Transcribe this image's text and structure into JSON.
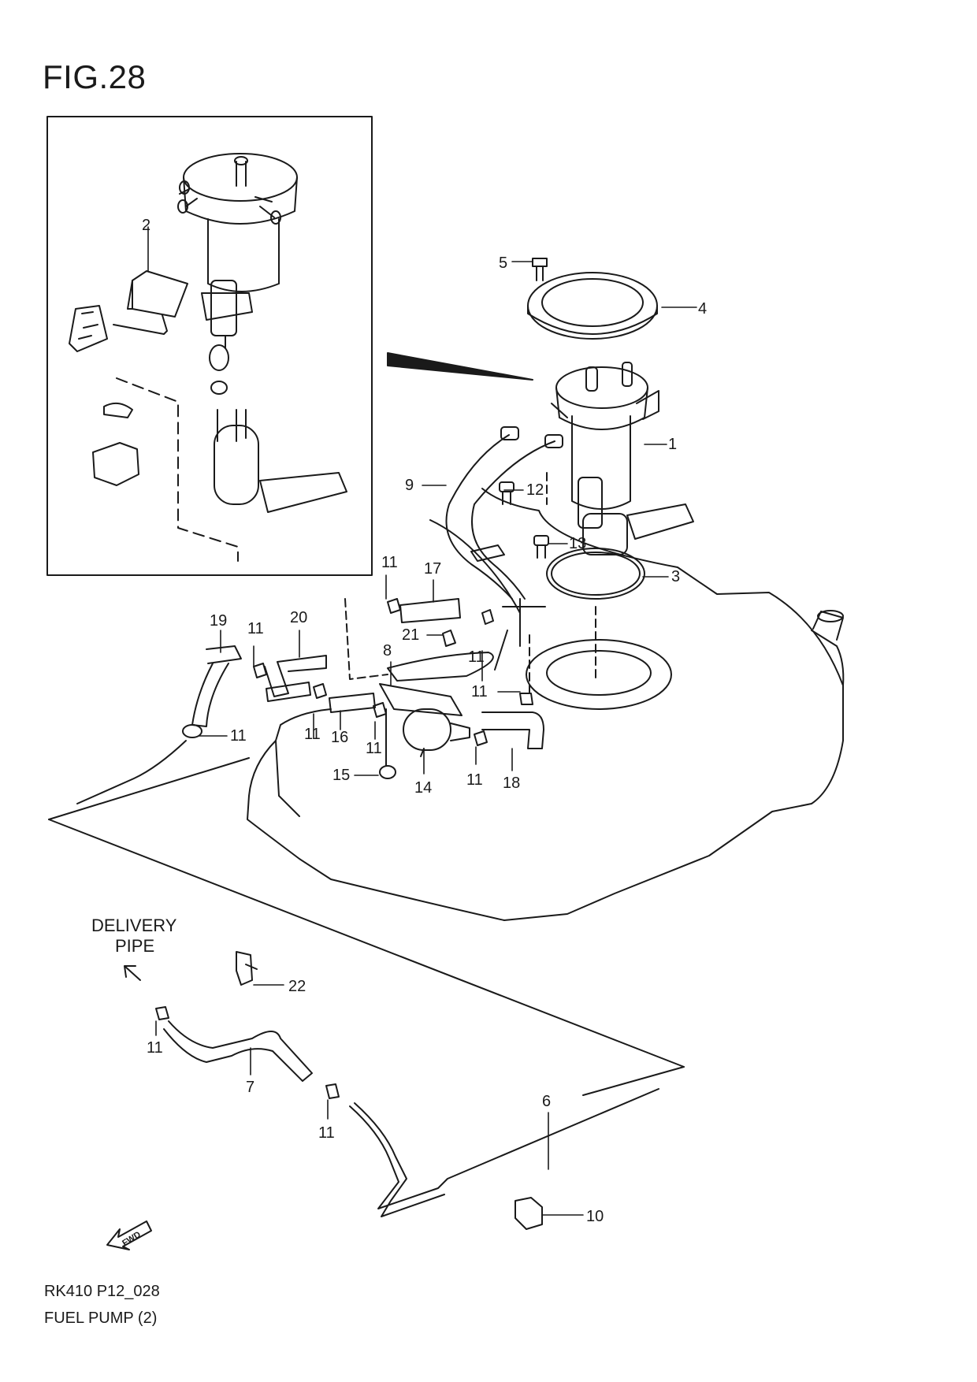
{
  "figure": {
    "title": "FIG.28",
    "code": "RK410 P12_028",
    "name": "FUEL PUMP (2)"
  },
  "labels": {
    "l1": "1",
    "l2": "2",
    "l3": "3",
    "l4": "4",
    "l5": "5",
    "l6": "6",
    "l7": "7",
    "l8": "8",
    "l9": "9",
    "l10": "10",
    "l11": "11",
    "l12": "12",
    "l13": "13",
    "l14": "14",
    "l15": "15",
    "l16": "16",
    "l17": "17",
    "l18": "18",
    "l19": "19",
    "l20": "20",
    "l21": "21",
    "l22": "22"
  },
  "notes": {
    "delivery": "DELIVERY",
    "pipe": "PIPE",
    "fwd": "FWD"
  },
  "colors": {
    "line": "#1a1a1a",
    "background": "#ffffff"
  }
}
